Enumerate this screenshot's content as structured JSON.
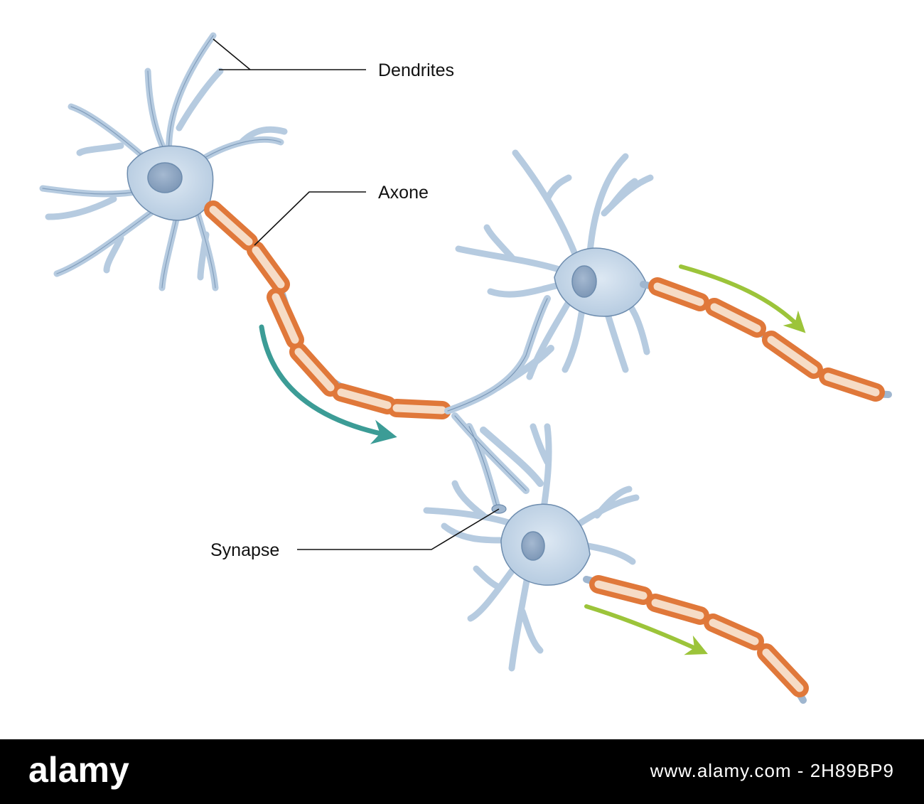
{
  "labels": {
    "dendrites": "Dendrites",
    "axone": "Axone",
    "synapse": "Synapse"
  },
  "footer": {
    "brand": "alamy",
    "image_id": "www.alamy.com - 2H89BP9"
  },
  "colors": {
    "cell_fill": "#c3d6e8",
    "cell_stroke": "#6d8cae",
    "nucleus_fill": "#8ea6c2",
    "myelin_orange": "#e0783a",
    "myelin_light": "#f6dcc6",
    "signal_arrow_teal": "#3c9c96",
    "signal_arrow_green": "#9cc43a",
    "label_line": "#111111",
    "footer_bg": "#000000"
  }
}
